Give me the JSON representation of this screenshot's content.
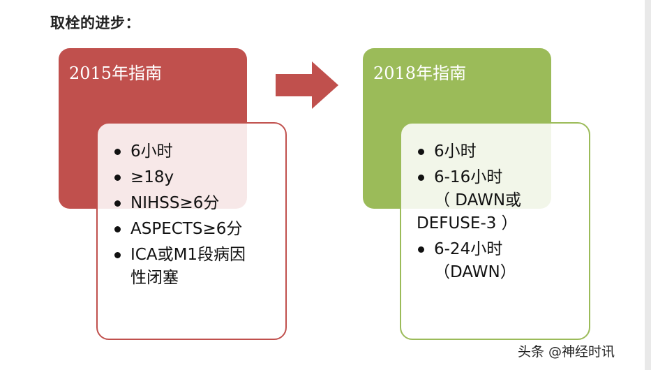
{
  "heading": "取栓的进步：",
  "left": {
    "title": "2015年指南",
    "items": [
      {
        "lines": [
          "6小时"
        ]
      },
      {
        "lines": [
          "≥18y"
        ]
      },
      {
        "lines": [
          "NIHSS≥6分"
        ]
      },
      {
        "lines": [
          "ASPECTS≥6分"
        ]
      },
      {
        "lines": [
          "ICA或M1段病因",
          "性闭塞"
        ]
      }
    ]
  },
  "right": {
    "title": "2018年指南",
    "items": [
      {
        "lines": [
          "6小时"
        ]
      },
      {
        "lines": [
          "6-16小时",
          "（ DAWN或",
          "DEFUSE-3 ）"
        ]
      },
      {
        "lines": [
          "6-24小时",
          "（DAWN）"
        ]
      }
    ]
  },
  "colors": {
    "left_accent": "#c0504d",
    "right_accent": "#9bbb59",
    "arrow": "#c0504d"
  },
  "arrow_icon": "arrow-right-icon",
  "watermark": "头条 @神经时讯"
}
